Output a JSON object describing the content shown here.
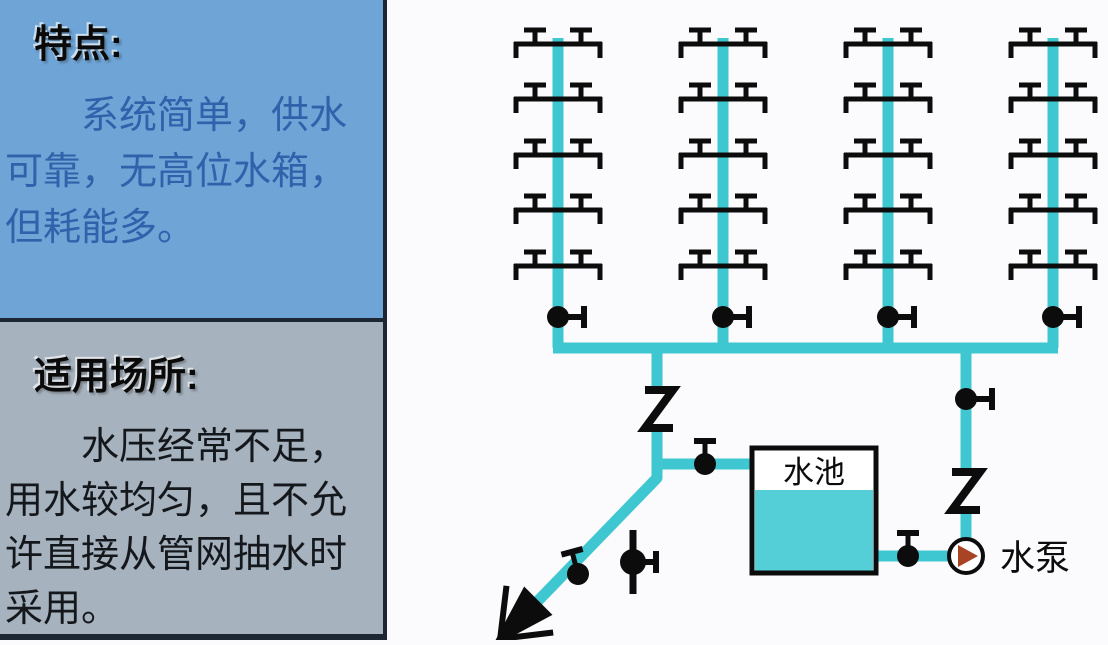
{
  "panels": {
    "features": {
      "heading": "特点:",
      "body_lines": [
        "系统简单，供水",
        "可靠，无高位水箱，",
        "但耗能多。"
      ]
    },
    "usage": {
      "heading": "适用场所:",
      "body_lines": [
        "水压经常不足，",
        "用水较均匀，且不允",
        "许直接从管网抽水时",
        "采用。"
      ]
    }
  },
  "diagram": {
    "tank_label": "水池",
    "pump_label": "水泵",
    "riser_count": 4,
    "floors_per_riser": 5,
    "taps_per_floor": 2,
    "riser_valve_count": 4,
    "z_break_count": 2,
    "colors": {
      "pipe": "#3fc7d1",
      "tank_water": "#55cfd7",
      "pump_triangle": "#a84323",
      "symbol": "#0c0c0c",
      "panel_features_bg": "#6ea4d6",
      "panel_usage_bg": "#a6b2be",
      "panel_border": "#1c2733",
      "features_text": "#2e62ab",
      "usage_text": "#14181d",
      "diagram_bg": "#fbfbfd"
    }
  }
}
